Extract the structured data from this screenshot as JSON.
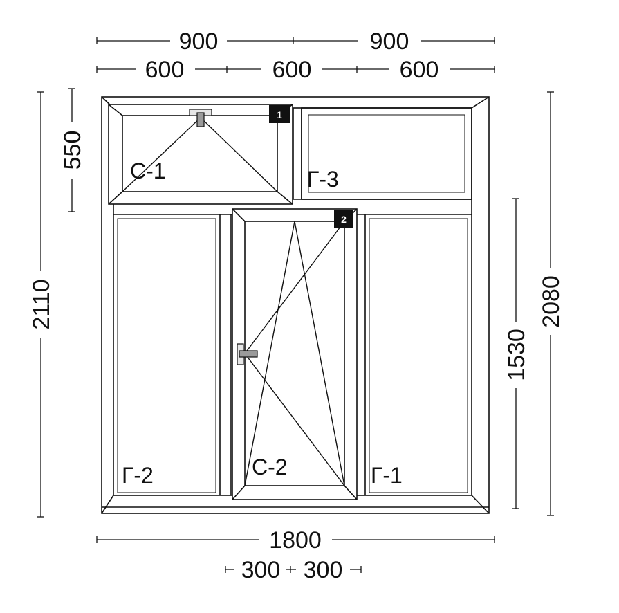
{
  "dimensions": {
    "top_row1": [
      "900",
      "900"
    ],
    "top_row2": [
      "600",
      "600",
      "600"
    ],
    "bottom_total": "1800",
    "bottom_parts": [
      "300",
      "300"
    ],
    "left_total": "2110",
    "left_top": "550",
    "right_total": "2080",
    "right_lower": "1530"
  },
  "sashes": {
    "c1": "С-1",
    "c2": "С-2",
    "g1": "Г-1",
    "g2": "Г-2",
    "g3": "Г-3"
  },
  "badges": [
    "1",
    "2"
  ],
  "colors": {
    "line": "#111111",
    "frame_fill": "#ffffff",
    "badge": "#111111",
    "handle": "#9a9a9a"
  }
}
